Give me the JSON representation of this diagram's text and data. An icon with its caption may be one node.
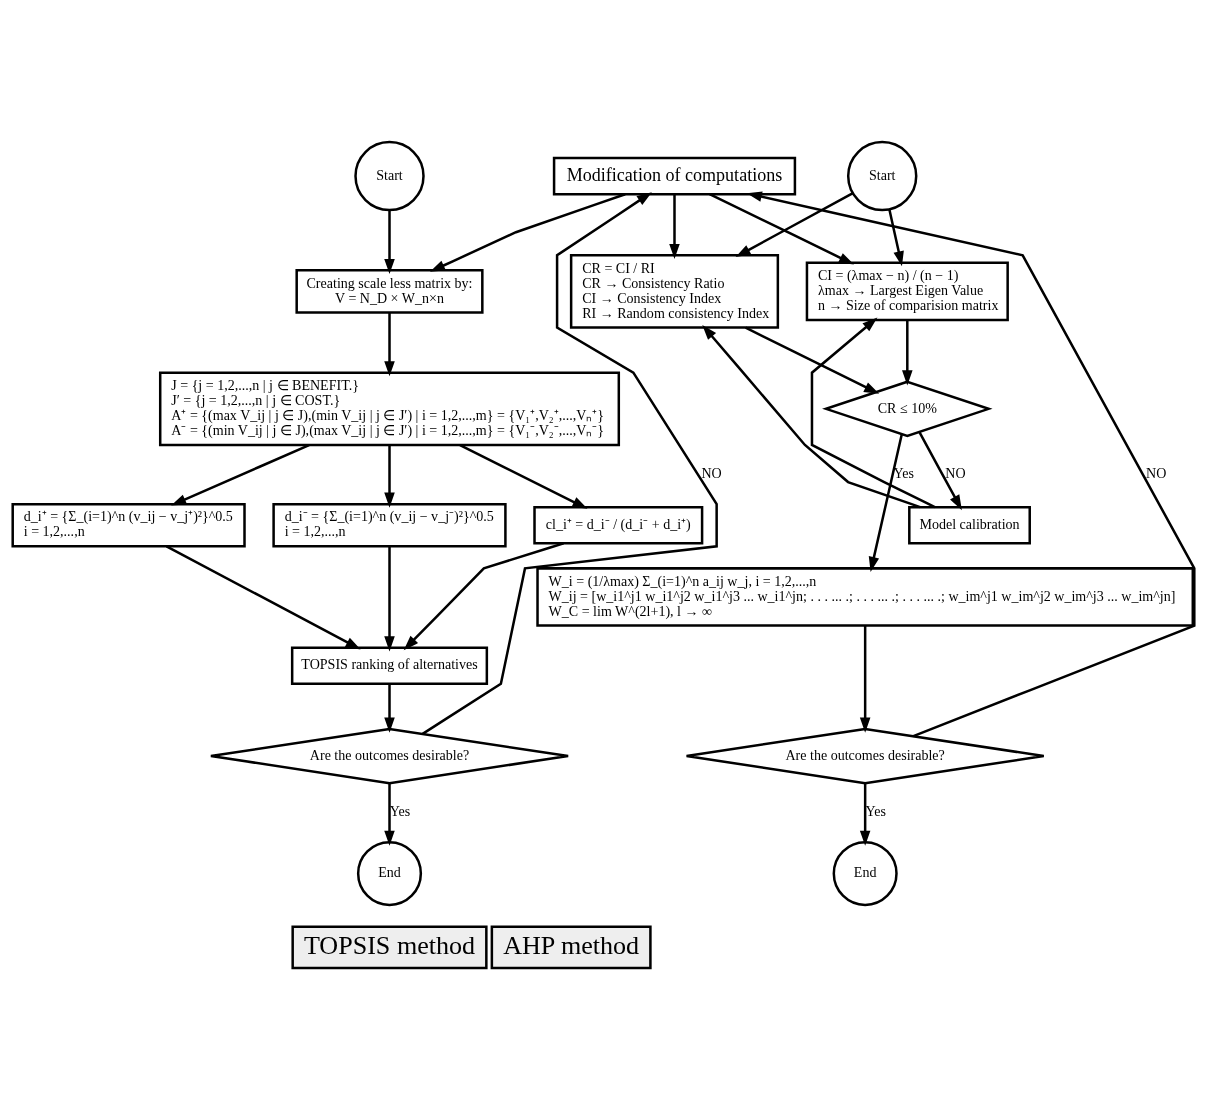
{
  "diagram": {
    "nodes": [
      {
        "text": [
          "Start"
        ]
      },
      {
        "text": [
          "Modification of computations"
        ]
      },
      {
        "text": [
          "Start"
        ]
      },
      {
        "text": [
          "Creating scale less matrix by:",
          "V = N_D × W_n×n"
        ]
      },
      {
        "text": [
          "J = {j = 1,2,...,n | j ∈ BENEFIT.}",
          "J′ = {j = 1,2,...,n | j ∈ COST.}",
          "A⁺ = {(max V_ij | j ∈ J),(min V_ij | j ∈ J′) | i = 1,2,...,m} = {V₁⁺,V₂⁺,...,Vₙ⁺}",
          "A⁻ = {(min V_ij | j ∈ J),(max V_ij | j ∈ J′) | i = 1,2,...,m} = {V₁⁻,V₂⁻,...,Vₙ⁻}"
        ]
      },
      {
        "text": [
          "CR = CI / RI",
          "CR → Consistency Ratio",
          "CI → Consistency Index",
          "RI → Random consistency Index"
        ]
      },
      {
        "text": [
          "CI = (λmax − n) / (n − 1)",
          "λmax → Largest Eigen Value",
          "n → Size of comparision matrix"
        ]
      },
      {
        "text": [
          "Model calibration"
        ]
      },
      {
        "text": [
          "CR ≤ 10%"
        ]
      },
      {
        "text": [
          "d_i⁺ = {Σ_(i=1)^n (v_ij − v_j⁺)²}^0.5",
          "i = 1,2,...,n"
        ]
      },
      {
        "text": [
          "d_i⁻ = {Σ_(i=1)^n (v_ij − v_j⁻)²}^0.5",
          "i = 1,2,...,n"
        ]
      },
      {
        "text": [
          "cl_i⁺ = d_i⁻ / (d_i⁻ + d_i⁺)"
        ]
      },
      {
        "text": [
          "TOPSIS ranking of alternatives"
        ]
      },
      {
        "text": [
          "W_i = (1/λmax) Σ_(i=1)^n a_ij w_j, i = 1,2,...,n",
          "W_ij = [w_i1^j1 w_i1^j2 w_i1^j3 ... w_i1^jn; . . . ... .; . . . ... .; . . . ... .; w_im^j1 w_im^j2 w_im^j3 ... w_im^jn]",
          "W_C = lim W^(2l+1), l → ∞"
        ]
      },
      {
        "text": [
          "Are the outcomes desirable?"
        ]
      },
      {
        "text": [
          "Are the outcomes desirable?"
        ]
      },
      {
        "text": [
          "End"
        ]
      },
      {
        "text": [
          "End"
        ]
      },
      {
        "text": [
          "TOPSIS method"
        ]
      },
      {
        "text": [
          "AHP method"
        ]
      }
    ],
    "edges": [
      {
        "from": 0,
        "to": 3,
        "arrow": "to"
      },
      {
        "from": 1,
        "to": 3,
        "arrow": "to"
      },
      {
        "from": 1,
        "to": 5,
        "arrow": "to"
      },
      {
        "from": 1,
        "to": 6,
        "arrow": "to"
      },
      {
        "from": 2,
        "to": 5,
        "arrow": "to"
      },
      {
        "from": 2,
        "to": 6,
        "arrow": "to"
      },
      {
        "from": 7,
        "to": 5,
        "arrow": "to"
      },
      {
        "from": 7,
        "to": 6,
        "arrow": "to"
      },
      {
        "from": 3,
        "to": 4,
        "arrow": "to"
      },
      {
        "from": 4,
        "to": 9,
        "arrow": "to"
      },
      {
        "from": 4,
        "to": 10,
        "arrow": "to"
      },
      {
        "from": 4,
        "to": 11,
        "arrow": "to"
      },
      {
        "from": 5,
        "to": 8,
        "arrow": "to"
      },
      {
        "from": 6,
        "to": 8,
        "arrow": "to"
      },
      {
        "from": 8,
        "to": 7,
        "arrow": "to",
        "label": "NO"
      },
      {
        "from": 8,
        "to": 13,
        "arrow": "to",
        "label": "Yes"
      },
      {
        "from": 9,
        "to": 12,
        "arrow": "to"
      },
      {
        "from": 10,
        "to": 12,
        "arrow": "to"
      },
      {
        "from": 11,
        "to": 12,
        "arrow": "to"
      },
      {
        "from": 12,
        "to": 14,
        "arrow": "to"
      },
      {
        "from": 13,
        "to": 15,
        "arrow": "to"
      },
      {
        "from": 14,
        "to": 1,
        "arrow": "to",
        "label": "NO"
      },
      {
        "from": 15,
        "to": 1,
        "arrow": "to",
        "label": "NO"
      },
      {
        "from": 14,
        "to": 16,
        "arrow": "to",
        "label": "Yes"
      },
      {
        "from": 15,
        "to": 17,
        "arrow": "to",
        "label": "Yes"
      }
    ]
  }
}
